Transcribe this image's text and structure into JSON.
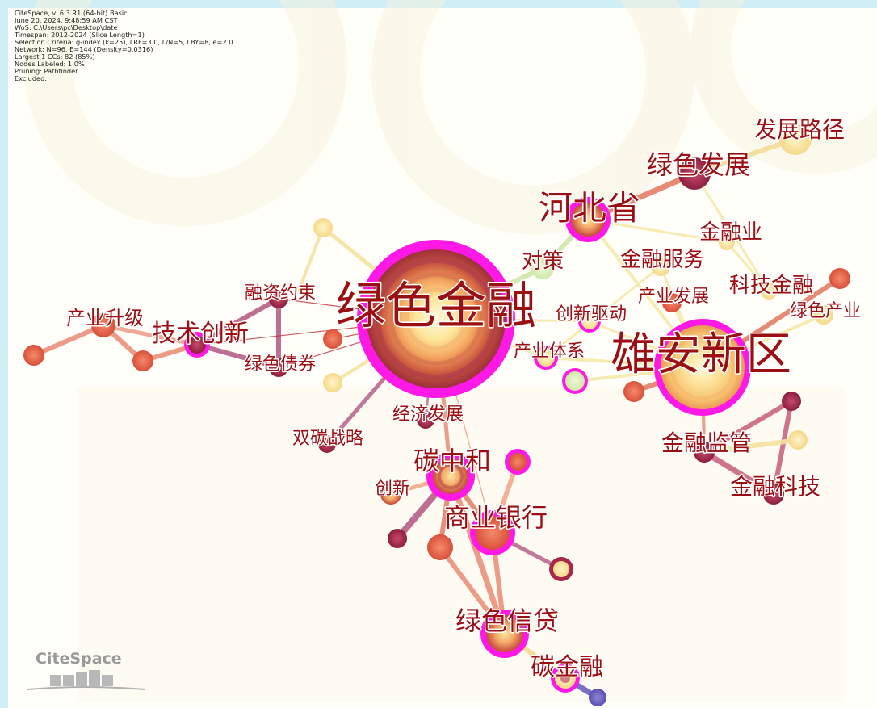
{
  "info": {
    "lines": [
      "CiteSpace, v. 6.3.R1 (64-bit) Basic",
      "June 20, 2024, 9:48:59 AM CST",
      "WoS: C:\\Users\\pc\\Desktop\\date",
      "Timespan: 2012-2024 (Slice Length=1)",
      "Selection Criteria: g-index (k=25), LRF=3.0, L/N=5, LBY=8, e=2.0",
      "Network: N=96, E=144 (Density=0.0316)",
      "Largest 1 CCs: 82 (85%)",
      "Nodes Labeled: 1.0%",
      "Pruning: Pathfinder",
      "Excluded:"
    ]
  },
  "logo": {
    "text": "CiteSpace"
  },
  "colors": {
    "background": "#cfeef6",
    "canvas": "#ffffff",
    "label": "#9b0e12",
    "burst": "#ff19e6",
    "edge_red": "#e0654f",
    "edge_purple": "#a03a63",
    "edge_yellow": "#f3e28a",
    "edge_green": "#c8e6a0"
  },
  "nodes": [
    {
      "label": "绿色金融"
    },
    {
      "label": "雄安新区"
    },
    {
      "label": "河北省"
    },
    {
      "label": "绿色发展"
    },
    {
      "label": "发展路径"
    },
    {
      "label": "金融业"
    },
    {
      "label": "金融服务"
    },
    {
      "label": "对策"
    },
    {
      "label": "科技金融"
    },
    {
      "label": "绿色产业"
    },
    {
      "label": "产业发展"
    },
    {
      "label": "创新驱动"
    },
    {
      "label": "产业体系"
    },
    {
      "label": "融资约束"
    },
    {
      "label": "产业升级"
    },
    {
      "label": "技术创新"
    },
    {
      "label": "绿色债券"
    },
    {
      "label": "经济发展"
    },
    {
      "label": "双碳战略"
    },
    {
      "label": "碳中和"
    },
    {
      "label": "创新"
    },
    {
      "label": "商业银行"
    },
    {
      "label": "金融监管"
    },
    {
      "label": "金融科技"
    },
    {
      "label": "绿色信贷"
    },
    {
      "label": "碳金融"
    }
  ]
}
